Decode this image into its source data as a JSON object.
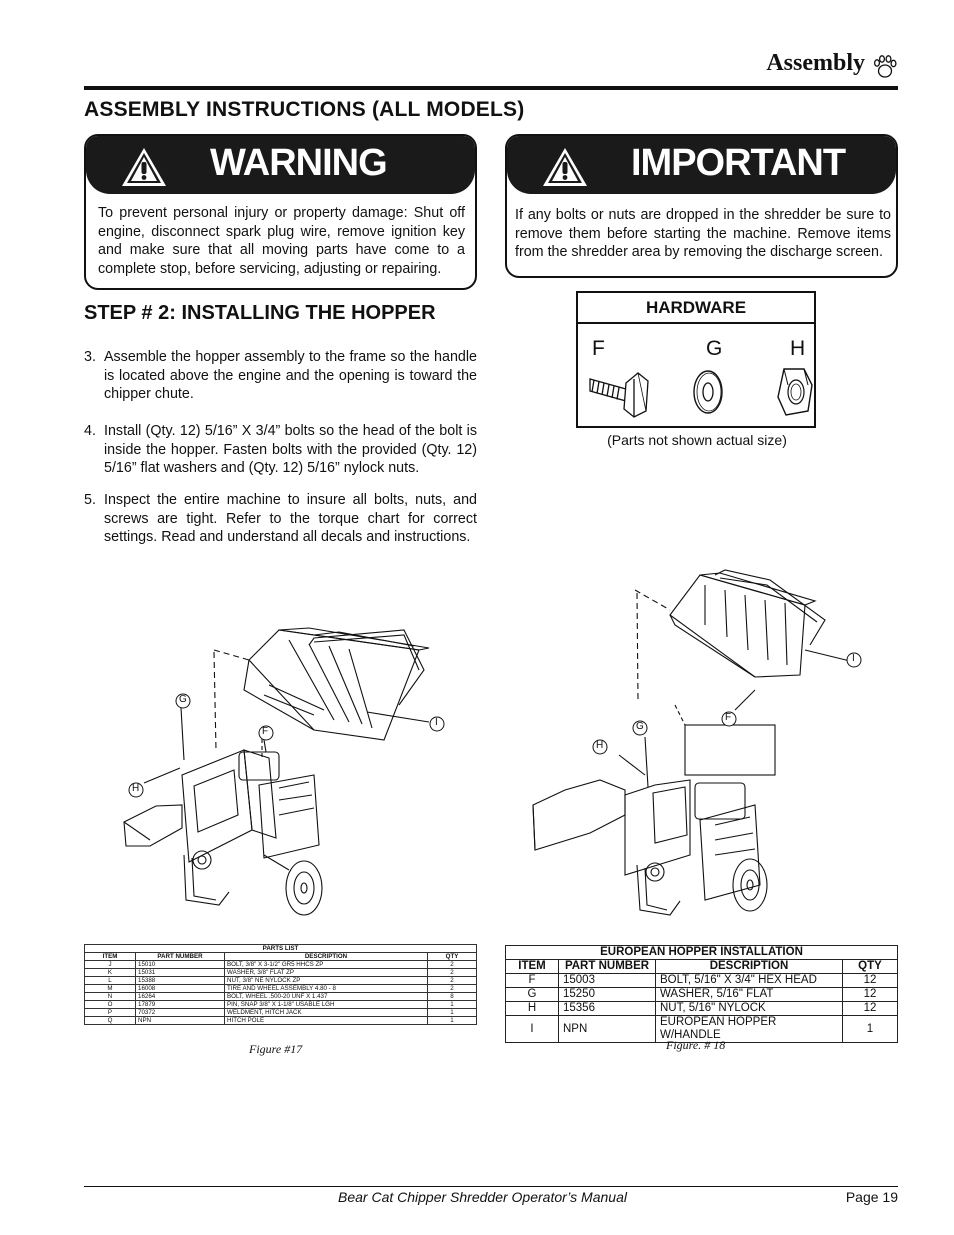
{
  "header": {
    "section": "Assembly",
    "icon": "bear-paw-icon"
  },
  "section_title": "ASSEMBLY INSTRUCTIONS (ALL MODELS)",
  "warning": {
    "word": "WARNING",
    "icon": "warning-triangle-icon",
    "text": "To prevent personal injury or property damage:   Shut off engine, disconnect spark plug wire, remove ignition key and make sure that all moving parts have come to a complete stop, before servicing, adjusting or repairing."
  },
  "important": {
    "word": "IMPORTANT",
    "icon": "warning-triangle-icon",
    "text": "If any bolts or nuts are dropped in the shredder be sure to remove them before starting the machine. Remove items from the shredder area by removing the discharge screen."
  },
  "step2": {
    "title": "STEP # 2: INSTALLING THE HOPPER",
    "items": [
      {
        "num": "3.",
        "text": "Assemble the hopper assembly to the frame so the handle is located above the engine and the opening is toward the chipper chute."
      },
      {
        "num": "4.",
        "text": "Install (Qty. 12) 5/16” X 3/4” bolts so the head of the bolt is inside the hopper.  Fasten bolts with the provided (Qty. 12) 5/16” flat washers and (Qty. 12) 5/16” nylock nuts."
      },
      {
        "num": "5.",
        "text": "Inspect the entire machine to insure all bolts, nuts, and screws are tight. Refer to the torque chart for correct settings.  Read and understand all decals and instructions."
      }
    ]
  },
  "hardware": {
    "title": "HARDWARE",
    "letters": [
      "F",
      "G",
      "H"
    ],
    "note": "(Parts not shown actual size)"
  },
  "figure17": {
    "caption": "Figure #17",
    "callouts": [
      "G",
      "F",
      "I",
      "H"
    ],
    "parts_list": {
      "title": "PARTS LIST",
      "headers": [
        "ITEM",
        "PART NUMBER",
        "DESCRIPTION",
        "QTY"
      ],
      "rows": [
        [
          "J",
          "15010",
          "BOLT, 3/8\" X 3-1/2\" GR5 HHCS ZP",
          "2"
        ],
        [
          "K",
          "15031",
          "WASHER, 3/8\" FLAT ZP",
          "2"
        ],
        [
          "L",
          "15388",
          "NUT, 3/8\" NE NYLOCK ZP",
          "2"
        ],
        [
          "M",
          "16008",
          "TIRE AND WHEEL ASSEMBLY 4.80 - 8",
          "2"
        ],
        [
          "N",
          "16264",
          "BOLT, WHEEL .500-20 UNF X 1.437",
          "8"
        ],
        [
          "O",
          "17879",
          "PIN, SNAP 3/8\" X 1-1/8\" USABLE LGH",
          "1"
        ],
        [
          "P",
          "70372",
          "WELDMENT, HITCH JACK",
          "1"
        ],
        [
          "Q",
          "NPN",
          "HITCH POLE",
          "1"
        ]
      ]
    }
  },
  "figure18": {
    "caption": "Figure. # 18",
    "callouts": [
      "I",
      "F",
      "G",
      "H"
    ],
    "parts_list": {
      "title": "EUROPEAN HOPPER INSTALLATION",
      "headers": [
        "ITEM",
        "PART NUMBER",
        "DESCRIPTION",
        "QTY"
      ],
      "rows": [
        [
          "F",
          "15003",
          "BOLT, 5/16\" X 3/4\" HEX HEAD",
          "12"
        ],
        [
          "G",
          "15250",
          "WASHER, 5/16\" FLAT",
          "12"
        ],
        [
          "H",
          "15356",
          "NUT, 5/16\" NYLOCK",
          "12"
        ],
        [
          "I",
          "NPN",
          "EUROPEAN HOPPER W/HANDLE",
          "1"
        ]
      ]
    }
  },
  "footer": {
    "manual": "Bear Cat Chipper Shredder Operator’s Manual",
    "page": "Page 19"
  }
}
